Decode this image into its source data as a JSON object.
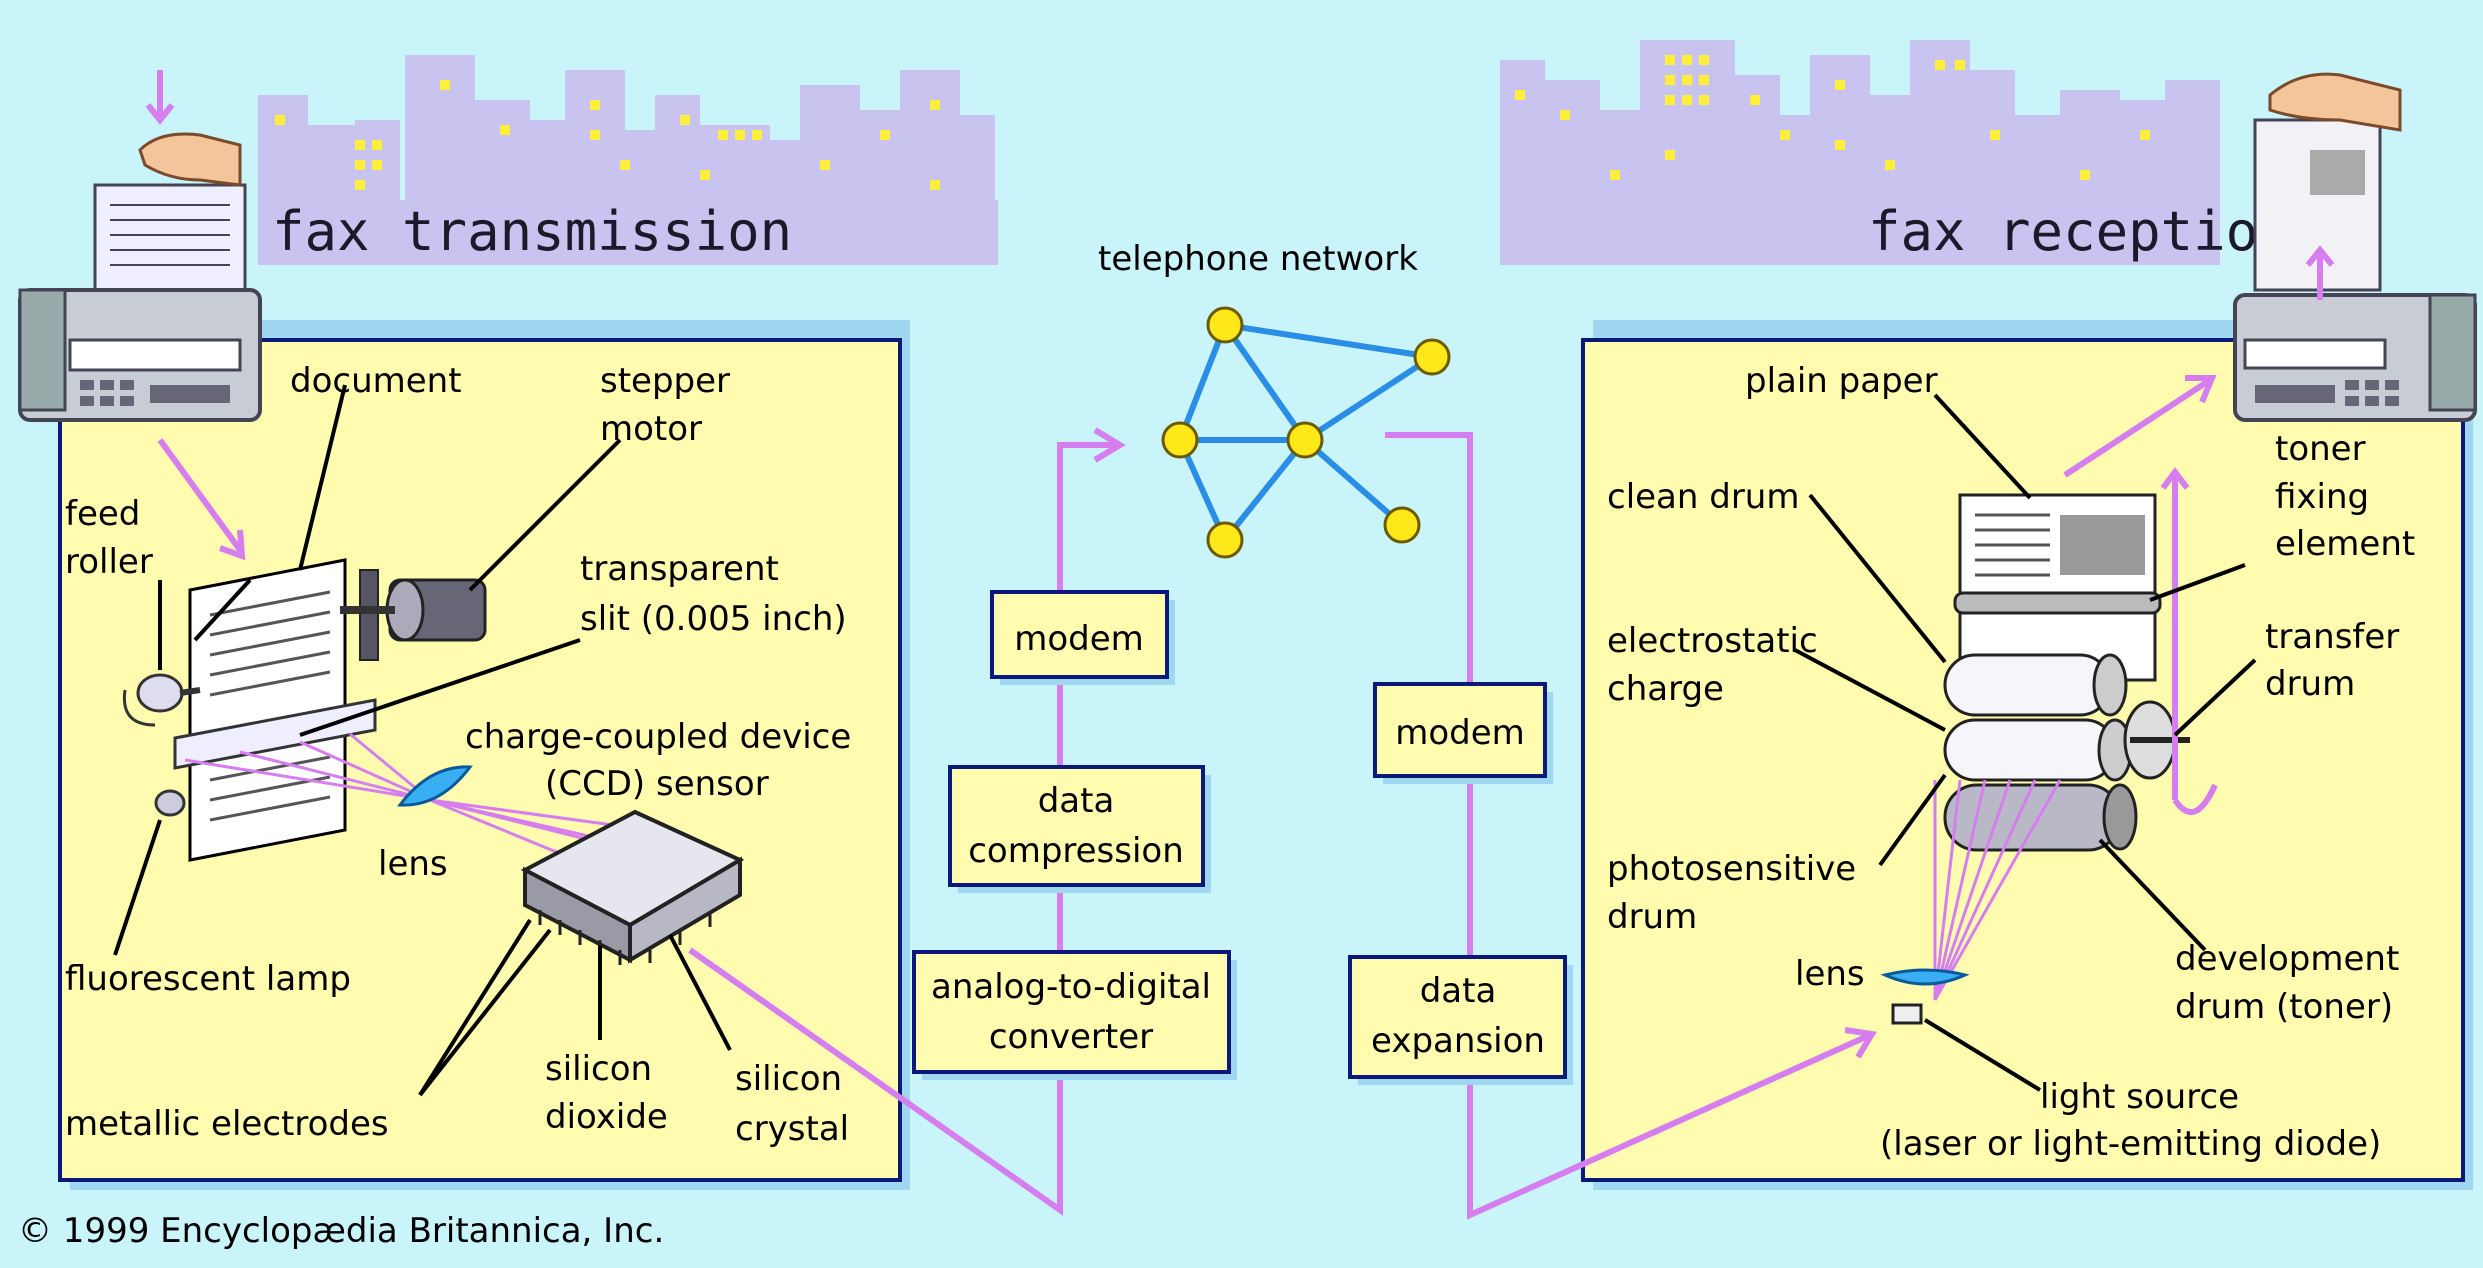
{
  "titles": {
    "transmission": "fax transmission",
    "reception": "fax reception",
    "network": "telephone network"
  },
  "transmission_labels": {
    "document": "document",
    "stepper_motor_1": "stepper",
    "stepper_motor_2": "motor",
    "feed_roller_1": "feed",
    "feed_roller_2": "roller",
    "transparent_slit_1": "transparent",
    "transparent_slit_2": "slit (0.005 inch)",
    "ccd_1": "charge-coupled device",
    "ccd_2": "(CCD) sensor",
    "lens": "lens",
    "fluorescent_lamp": "fluorescent lamp",
    "metallic_electrodes": "metallic electrodes",
    "silicon_dioxide_1": "silicon",
    "silicon_dioxide_2": "dioxide",
    "silicon_crystal_1": "silicon",
    "silicon_crystal_2": "crystal"
  },
  "process_boxes": {
    "modem_tx": "modem",
    "data_compression_1": "data",
    "data_compression_2": "compression",
    "adc_1": "analog-to-digital",
    "adc_2": "converter",
    "modem_rx": "modem",
    "data_expansion_1": "data",
    "data_expansion_2": "expansion"
  },
  "reception_labels": {
    "plain_paper": "plain paper",
    "toner_fixing_1": "toner",
    "toner_fixing_2": "fixing",
    "toner_fixing_3": "element",
    "clean_drum": "clean drum",
    "electrostatic_1": "electrostatic",
    "electrostatic_2": "charge",
    "transfer_drum_1": "transfer",
    "transfer_drum_2": "drum",
    "photosensitive_1": "photosensitive",
    "photosensitive_2": "drum",
    "lens": "lens",
    "development_1": "development",
    "development_2": "drum (toner)",
    "light_source_1": "light source",
    "light_source_2": "(laser or light-emitting diode)"
  },
  "copyright": "© 1999 Encyclopædia Britannica, Inc.",
  "colors": {
    "background": "#c8f4fa",
    "panel": "#fffcb0",
    "border": "#0b1a7a",
    "signal": "#d67ef0",
    "network": "#2a8ee6",
    "node": "#ffe81a",
    "buildings": "#c8c3ef"
  },
  "icons": [
    "fax-machine-icon",
    "hand-icon",
    "city-skyline-icon",
    "lens-icon",
    "ccd-chip-icon",
    "drum-icon"
  ]
}
